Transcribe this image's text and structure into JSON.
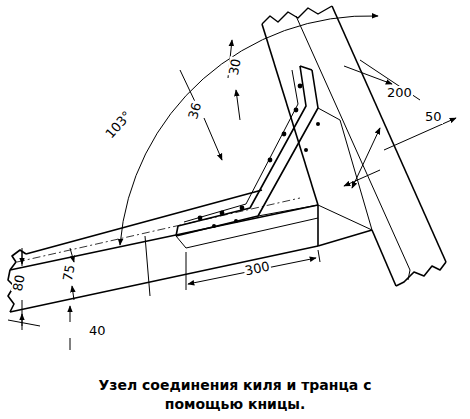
{
  "diagram": {
    "caption": "Узел соединения киля и транца с помощью кницы.",
    "labels": [
      "103°",
      "30",
      "36",
      "200",
      "50",
      "80",
      "75",
      "40",
      "300"
    ]
  }
}
